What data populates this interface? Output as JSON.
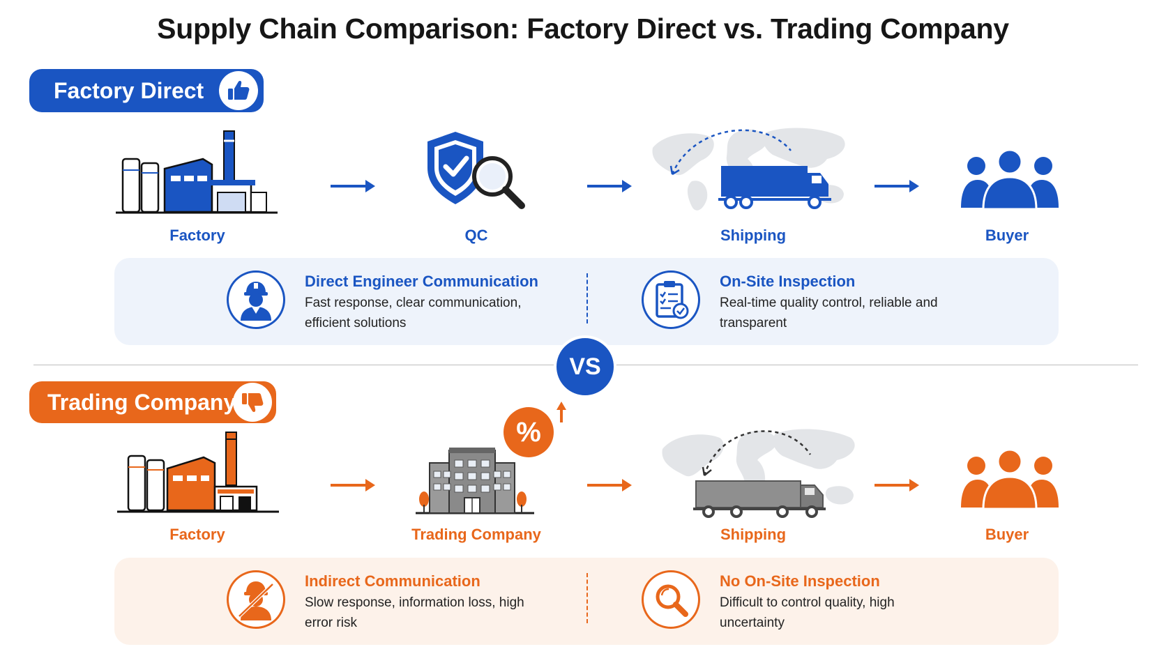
{
  "title": "Supply Chain Comparison: Factory Direct vs. Trading Company",
  "vs_label": "VS",
  "colors": {
    "blue": "#1a55c2",
    "orange": "#e8671b",
    "gray": "#8a8a8a"
  },
  "factory_direct": {
    "label": "Factory Direct",
    "badge_icon": "thumbs-up-icon",
    "stages": [
      {
        "label": "Factory",
        "icon": "factory-icon"
      },
      {
        "label": "QC",
        "icon": "shield-check-magnifier-icon"
      },
      {
        "label": "Shipping",
        "icon": "truck-world-map-icon"
      },
      {
        "label": "Buyer",
        "icon": "people-group-icon"
      }
    ],
    "features": [
      {
        "title": "Direct Engineer Communication",
        "desc": "Fast response, clear communication, efficient solutions",
        "icon": "engineer-icon"
      },
      {
        "title": "On-Site Inspection",
        "desc": "Real-time quality control, reliable and transparent",
        "icon": "clipboard-check-icon"
      }
    ]
  },
  "trading_company": {
    "label": "Trading Company",
    "badge_icon": "thumbs-down-icon",
    "markup_symbol": "%",
    "stages": [
      {
        "label": "Factory",
        "icon": "factory-icon"
      },
      {
        "label": "Trading Company",
        "icon": "office-building-icon"
      },
      {
        "label": "Shipping",
        "icon": "truck-world-map-icon"
      },
      {
        "label": "Buyer",
        "icon": "people-group-icon"
      }
    ],
    "features": [
      {
        "title": "Indirect Communication",
        "desc": "Slow response, information loss, high error risk",
        "icon": "engineer-crossed-icon"
      },
      {
        "title": "No On-Site Inspection",
        "desc": "Difficult to control quality, high uncertainty",
        "icon": "magnifier-icon"
      }
    ]
  }
}
